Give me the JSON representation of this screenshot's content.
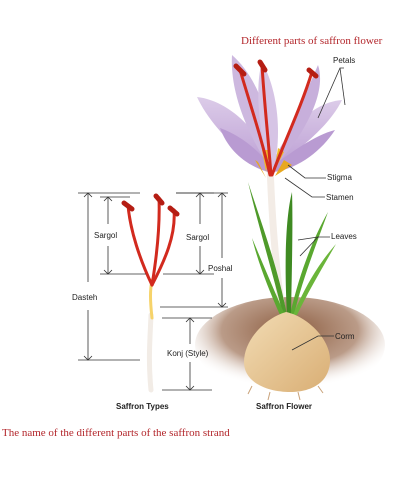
{
  "captions": {
    "top": "Different parts of saffron flower",
    "bottom": "The name of the different parts of the saffron strand"
  },
  "flower_labels": {
    "petals": "Petals",
    "stigma": "Stigma",
    "stamen": "Stamen",
    "leaves": "Leaves",
    "corm": "Corm",
    "title": "Saffron Flower"
  },
  "strand_labels": {
    "sargol_left": "Sargol",
    "sargol_right": "Sargol",
    "poshal": "Poshal",
    "dasteh": "Dasteh",
    "konj": "Konj (Style)",
    "title": "Saffron Types"
  },
  "colors": {
    "caption_red": "#b3262b",
    "petal": "#c9b2dc",
    "stigma": "#d22a1e",
    "stamen": "#f0b92a",
    "leaf": "#4f9a2a",
    "corm": "#e7c79a",
    "soil": "#9a6d4e"
  }
}
